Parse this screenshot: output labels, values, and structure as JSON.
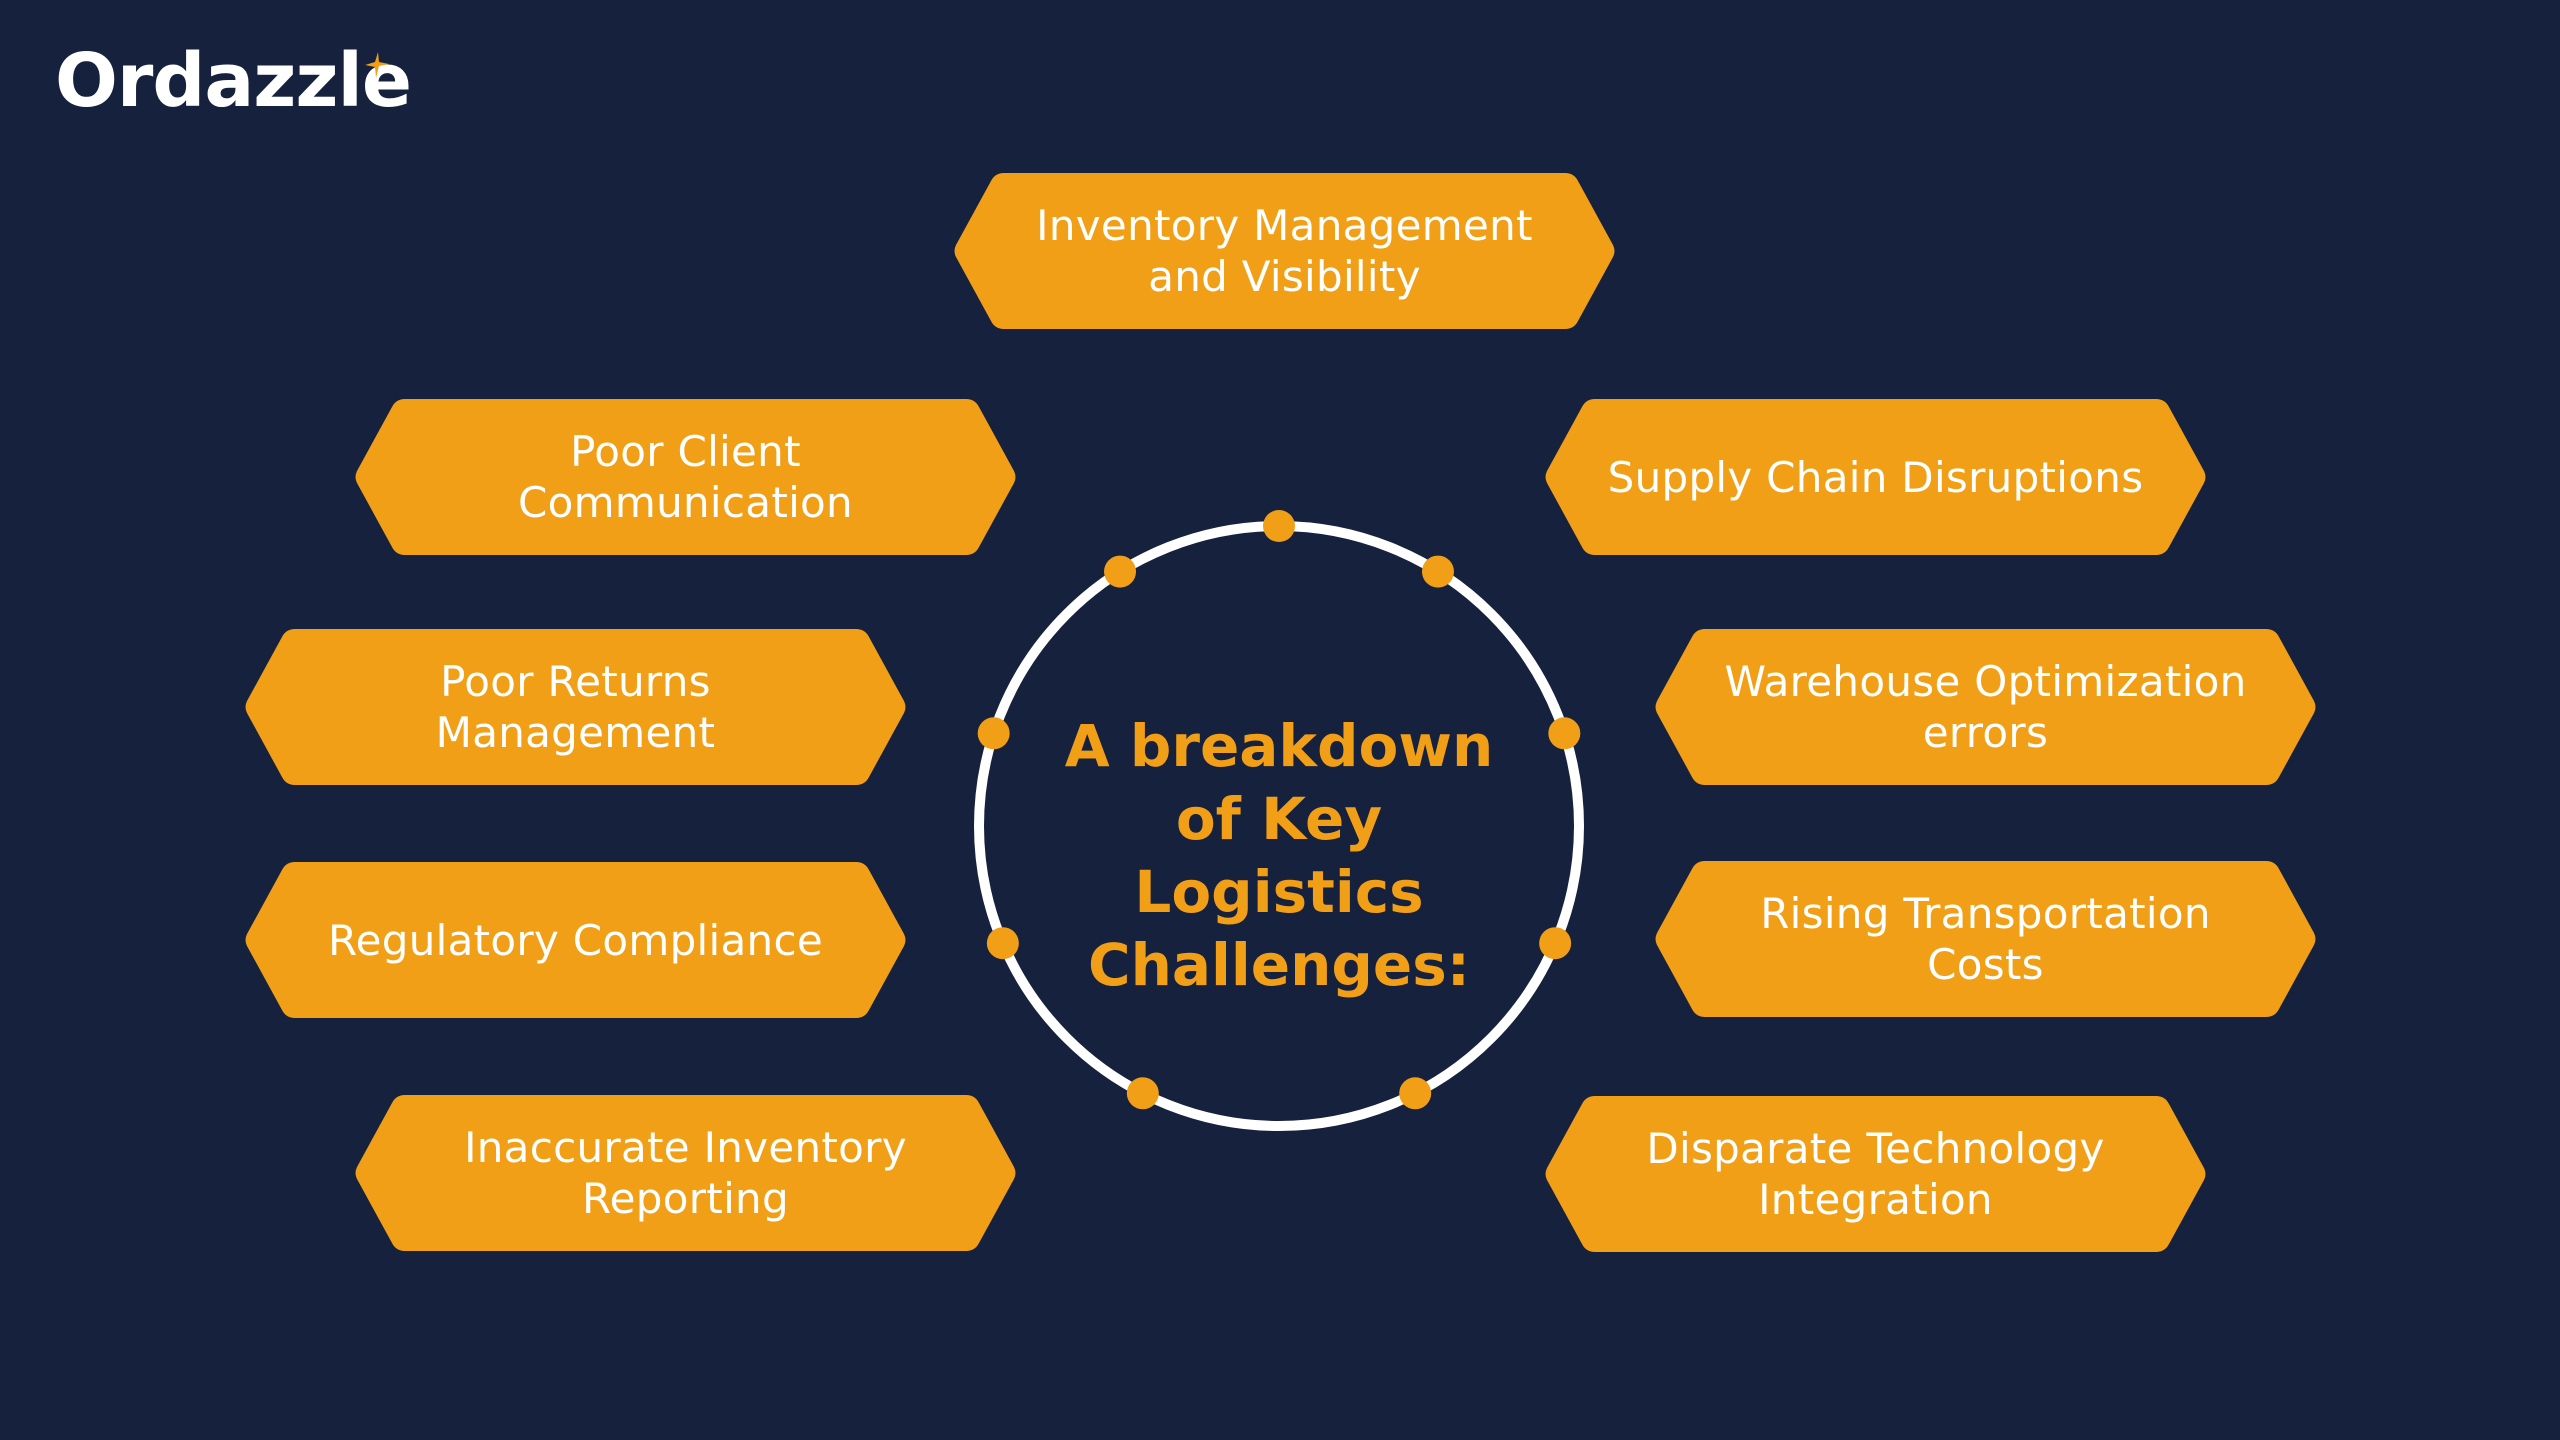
{
  "brand": {
    "name": "Ordazzle",
    "accent": "#f29f18",
    "background": "#15213d",
    "ring_color": "#ffffff"
  },
  "center": {
    "lines": [
      "A breakdown",
      "of Key Logistics",
      "Challenges:"
    ]
  },
  "challenges": [
    {
      "id": "inventory-visibility",
      "lines": [
        "Inventory Management",
        "and Visibility"
      ]
    },
    {
      "id": "poor-client-communication",
      "lines": [
        "Poor Client",
        "Communication"
      ]
    },
    {
      "id": "supply-chain-disruptions",
      "lines": [
        "Supply Chain Disruptions"
      ]
    },
    {
      "id": "poor-returns-management",
      "lines": [
        "Poor Returns Management"
      ]
    },
    {
      "id": "warehouse-optimization",
      "lines": [
        "Warehouse Optimization",
        "errors"
      ]
    },
    {
      "id": "regulatory-compliance",
      "lines": [
        "Regulatory Compliance"
      ]
    },
    {
      "id": "rising-transportation-costs",
      "lines": [
        "Rising Transportation",
        "Costs"
      ]
    },
    {
      "id": "inaccurate-inventory-reporting",
      "lines": [
        "Inaccurate Inventory",
        "Reporting"
      ]
    },
    {
      "id": "disparate-technology",
      "lines": [
        "Disparate Technology",
        "Integration"
      ]
    }
  ]
}
